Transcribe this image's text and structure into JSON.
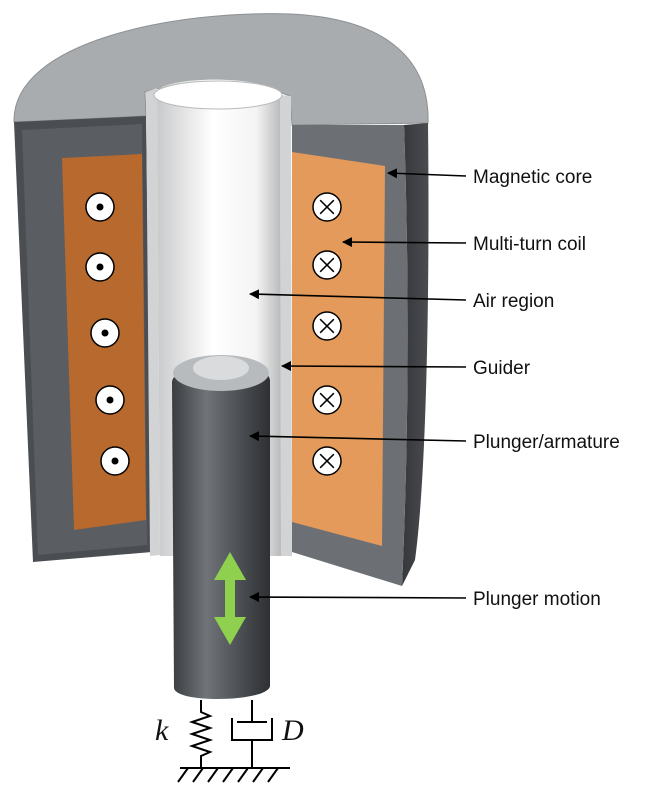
{
  "labels": {
    "magnetic_core": "Magnetic core",
    "multi_turn_coil": "Multi-turn coil",
    "air_region": "Air region",
    "guider": "Guider",
    "plunger_armature": "Plunger/armature",
    "plunger_motion": "Plunger motion"
  },
  "symbols": {
    "spring": "k",
    "damper": "D"
  },
  "colors": {
    "core_top": "#a9acae",
    "core_side": "#4a4d51",
    "core_inner": "#6c7074",
    "coil_left": "#b7692e",
    "coil_right": "#e39a5a",
    "plunger": "#505357",
    "motion_arrow": "#8fd14f"
  }
}
